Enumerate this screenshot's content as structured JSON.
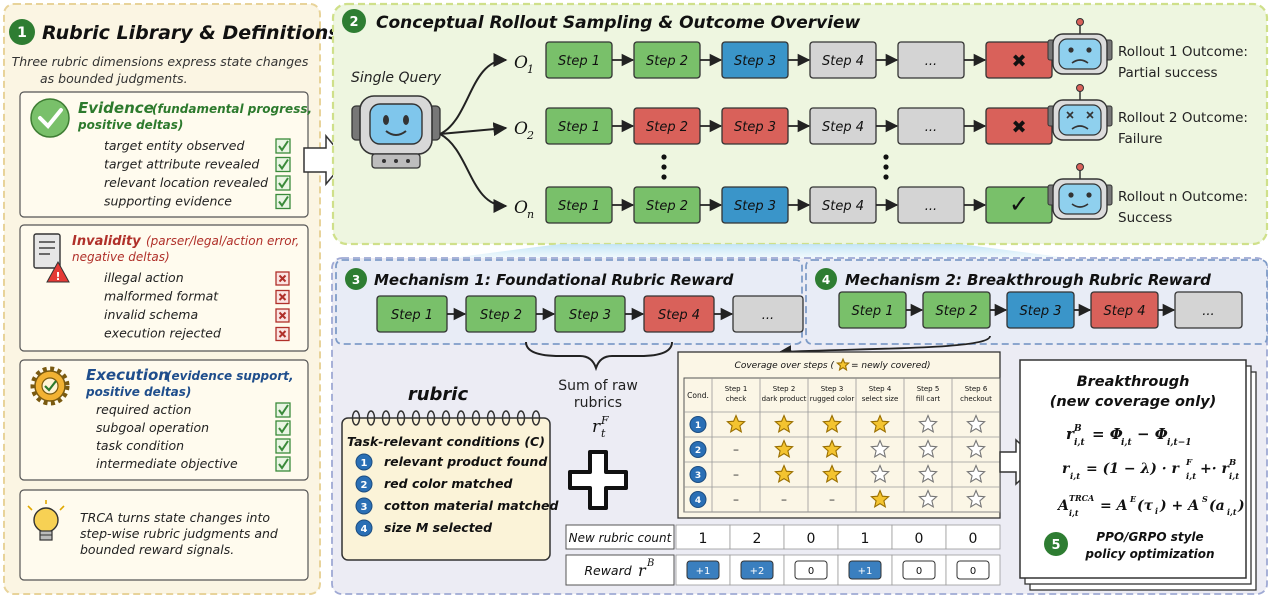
{
  "library": {
    "number": "1",
    "title": "Rubric Library & Definitions",
    "intro": [
      "Three rubric dimensions express state changes",
      "as bounded judgments."
    ],
    "evidence": {
      "name": "Evidence",
      "note1": "(fundamental progress,",
      "note2": "positive deltas)",
      "items": [
        "target entity observed",
        "target attribute revealed",
        "relevant location revealed",
        "supporting evidence"
      ]
    },
    "invalidity": {
      "name": "Invalidity",
      "note1": "(parser/legal/action error,",
      "note2": "negative deltas)",
      "items": [
        "illegal action",
        "malformed format",
        "invalid schema",
        "execution rejected"
      ]
    },
    "execution": {
      "name": "Execution",
      "note1": "(evidence support,",
      "note2": "positive deltas)",
      "items": [
        "required action",
        "subgoal operation",
        "task condition",
        "intermediate objective"
      ]
    },
    "trca": [
      "TRCA turns state changes into",
      "step-wise rubric judgments and",
      "bounded reward signals."
    ]
  },
  "overview": {
    "number": "2",
    "title": "Conceptual Rollout Sampling & Outcome Overview",
    "query": "Single Query",
    "rollouts": [
      {
        "label": "O",
        "sub": "1",
        "steps": [
          "Step 1",
          "Step 2",
          "Step 3",
          "Step 4",
          "..."
        ],
        "colors": [
          "green",
          "green",
          "blue",
          "gray",
          "gray"
        ],
        "result": "fail",
        "outcome": [
          "Rollout 1 Outcome:",
          "Partial success"
        ]
      },
      {
        "label": "O",
        "sub": "2",
        "steps": [
          "Step 1",
          "Step 2",
          "Step 3",
          "Step 4",
          "..."
        ],
        "colors": [
          "green",
          "red",
          "red",
          "gray",
          "gray"
        ],
        "result": "fail",
        "outcome": [
          "Rollout 2 Outcome:",
          "Failure"
        ]
      },
      {
        "label": "O",
        "sub": "n",
        "steps": [
          "Step 1",
          "Step 2",
          "Step 3",
          "Step 4",
          "..."
        ],
        "colors": [
          "green",
          "green",
          "blue",
          "gray",
          "gray"
        ],
        "result": "success",
        "outcome": [
          "Rollout n Outcome:",
          "Success"
        ]
      }
    ],
    "cross": "✖",
    "check": "✓"
  },
  "mech1": {
    "number": "3",
    "title": "Mechanism 1: Foundational Rubric Reward",
    "steps": [
      "Step 1",
      "Step 2",
      "Step 3",
      "Step 4",
      "..."
    ],
    "colors": [
      "green",
      "green",
      "green",
      "red",
      "gray"
    ]
  },
  "mech2": {
    "number": "4",
    "title": "Mechanism 2: Breakthrough Rubric Reward",
    "steps": [
      "Step 1",
      "Step 2",
      "Step 3",
      "Step 4",
      "..."
    ],
    "colors": [
      "green",
      "green",
      "blue",
      "red",
      "gray"
    ]
  },
  "rubric": {
    "title": "rubric",
    "heading": "Task-relevant conditions (C)",
    "items": [
      "relevant product found",
      "red color matched",
      "cotton material matched",
      "size M selected"
    ],
    "numbers": [
      "1",
      "2",
      "3",
      "4"
    ]
  },
  "sum": {
    "lines": [
      "Sum of raw",
      "rubrics"
    ],
    "symbol_base": "r",
    "symbol_sub": "t",
    "symbol_sup": "F"
  },
  "coverage": {
    "title_pre": "Coverage over steps (",
    "title_post": "= newly covered)",
    "cond_header": "Cond.",
    "columns": [
      [
        "Step 1",
        "check"
      ],
      [
        "Step 2",
        "dark product"
      ],
      [
        "Step 3",
        "rugged color"
      ],
      [
        "Step 4",
        "select size"
      ],
      [
        "Step 5",
        "fill cart"
      ],
      [
        "Step 6",
        "checkout"
      ]
    ],
    "rows": [
      {
        "cond": "1",
        "cells": [
          "star",
          "star",
          "star",
          "star",
          "empty",
          "empty"
        ]
      },
      {
        "cond": "2",
        "cells": [
          "dash",
          "star",
          "star",
          "empty",
          "empty",
          "empty"
        ]
      },
      {
        "cond": "3",
        "cells": [
          "dash",
          "star",
          "star",
          "empty",
          "empty",
          "empty"
        ]
      },
      {
        "cond": "4",
        "cells": [
          "dash",
          "dash",
          "dash",
          "star",
          "empty",
          "empty"
        ]
      }
    ],
    "dash": "–",
    "count_label": "New rubric count",
    "counts": [
      "1",
      "2",
      "0",
      "1",
      "0",
      "0"
    ],
    "reward_label": "Reward",
    "reward_symbol": "r",
    "reward_sup": "B",
    "rewards": [
      "+1",
      "+2",
      "0",
      "+1",
      "0",
      "0"
    ]
  },
  "breakthrough": {
    "title1": "Breakthrough",
    "title2": "(new coverage only)",
    "number": "5",
    "ppo1": "PPO/GRPO style",
    "ppo2": "policy optimization"
  },
  "colors": {
    "green": "#79c06a",
    "blue": "#3a95c9",
    "red": "#d9615a",
    "gray": "#d4d4d4",
    "numCircle": "#2e7d32",
    "panel1": "#fbf5e3",
    "panel2": "#eef6e0",
    "panel2Border": "#cfe08a",
    "panel1Border": "#e8d39a",
    "mechBorder": "#7f9cc8",
    "mechBg": "#e8ecf6",
    "lower": "#ececf4",
    "lowerBorder": "#9fa9d4",
    "evidenceText": "#2d7a2d",
    "invalidText": "#b0302a",
    "executionText": "#1f4e8c",
    "star": "#f4c430"
  }
}
